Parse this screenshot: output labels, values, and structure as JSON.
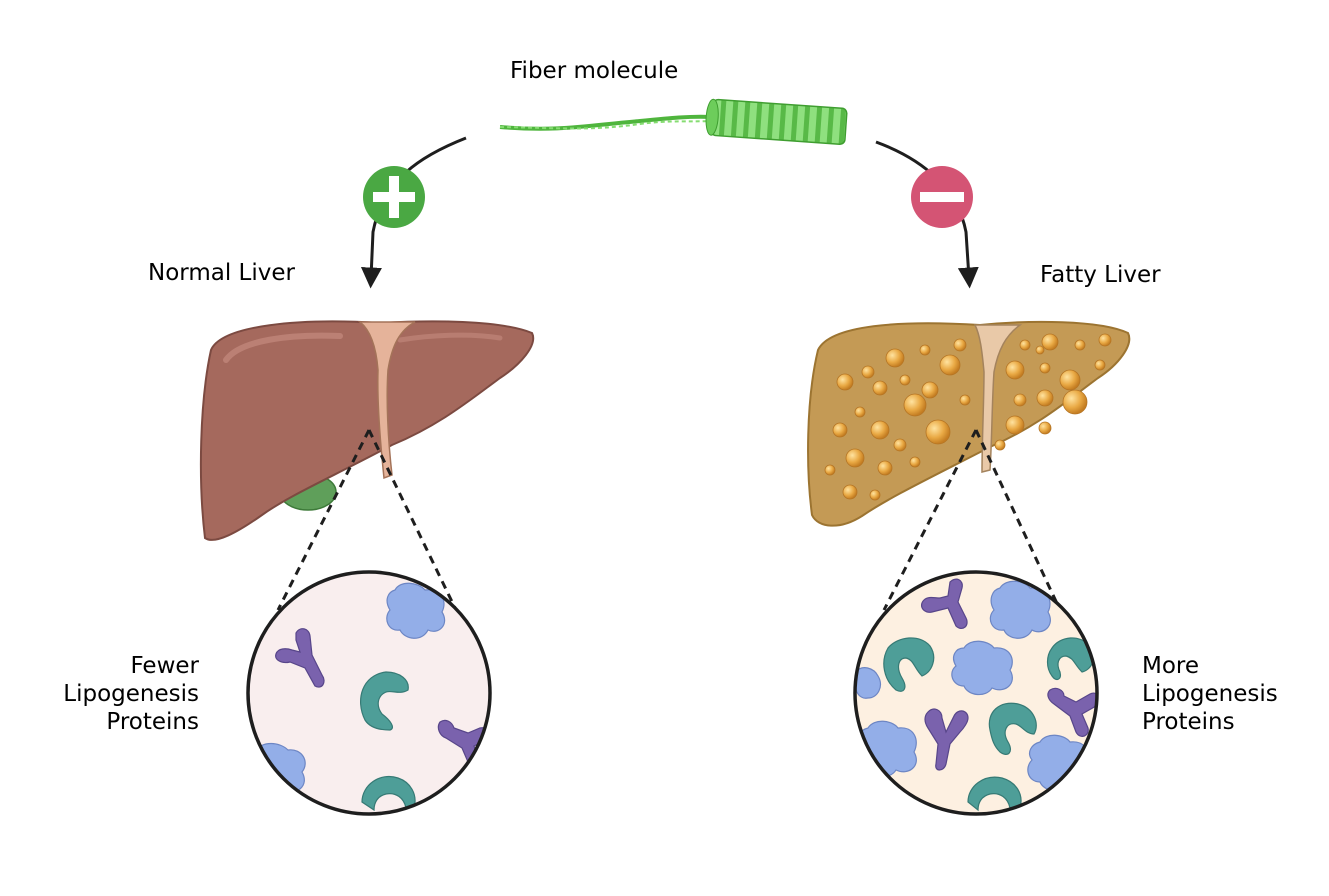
{
  "fiber": {
    "label": "Fiber molecule",
    "color": "#5fc44f"
  },
  "normal": {
    "title": "Normal Liver",
    "effect_symbol": "plus",
    "effect_color": "#4aa843",
    "liver_color": "#a5695d",
    "lipid_color": "#f9eeee",
    "caption_lines": [
      "Fewer",
      "Lipogenesis",
      "Proteins"
    ]
  },
  "fatty": {
    "title": "Fatty Liver",
    "effect_symbol": "minus",
    "effect_color": "#d45474",
    "liver_color": "#c49a55",
    "lipid_color": "#fdf0e1",
    "caption_lines": [
      "More",
      "Lipogenesis",
      "Proteins"
    ]
  },
  "protein_colors": {
    "blob": "#93aee8",
    "y_shape": "#7a62ad",
    "crescent": "#4e9e98"
  }
}
